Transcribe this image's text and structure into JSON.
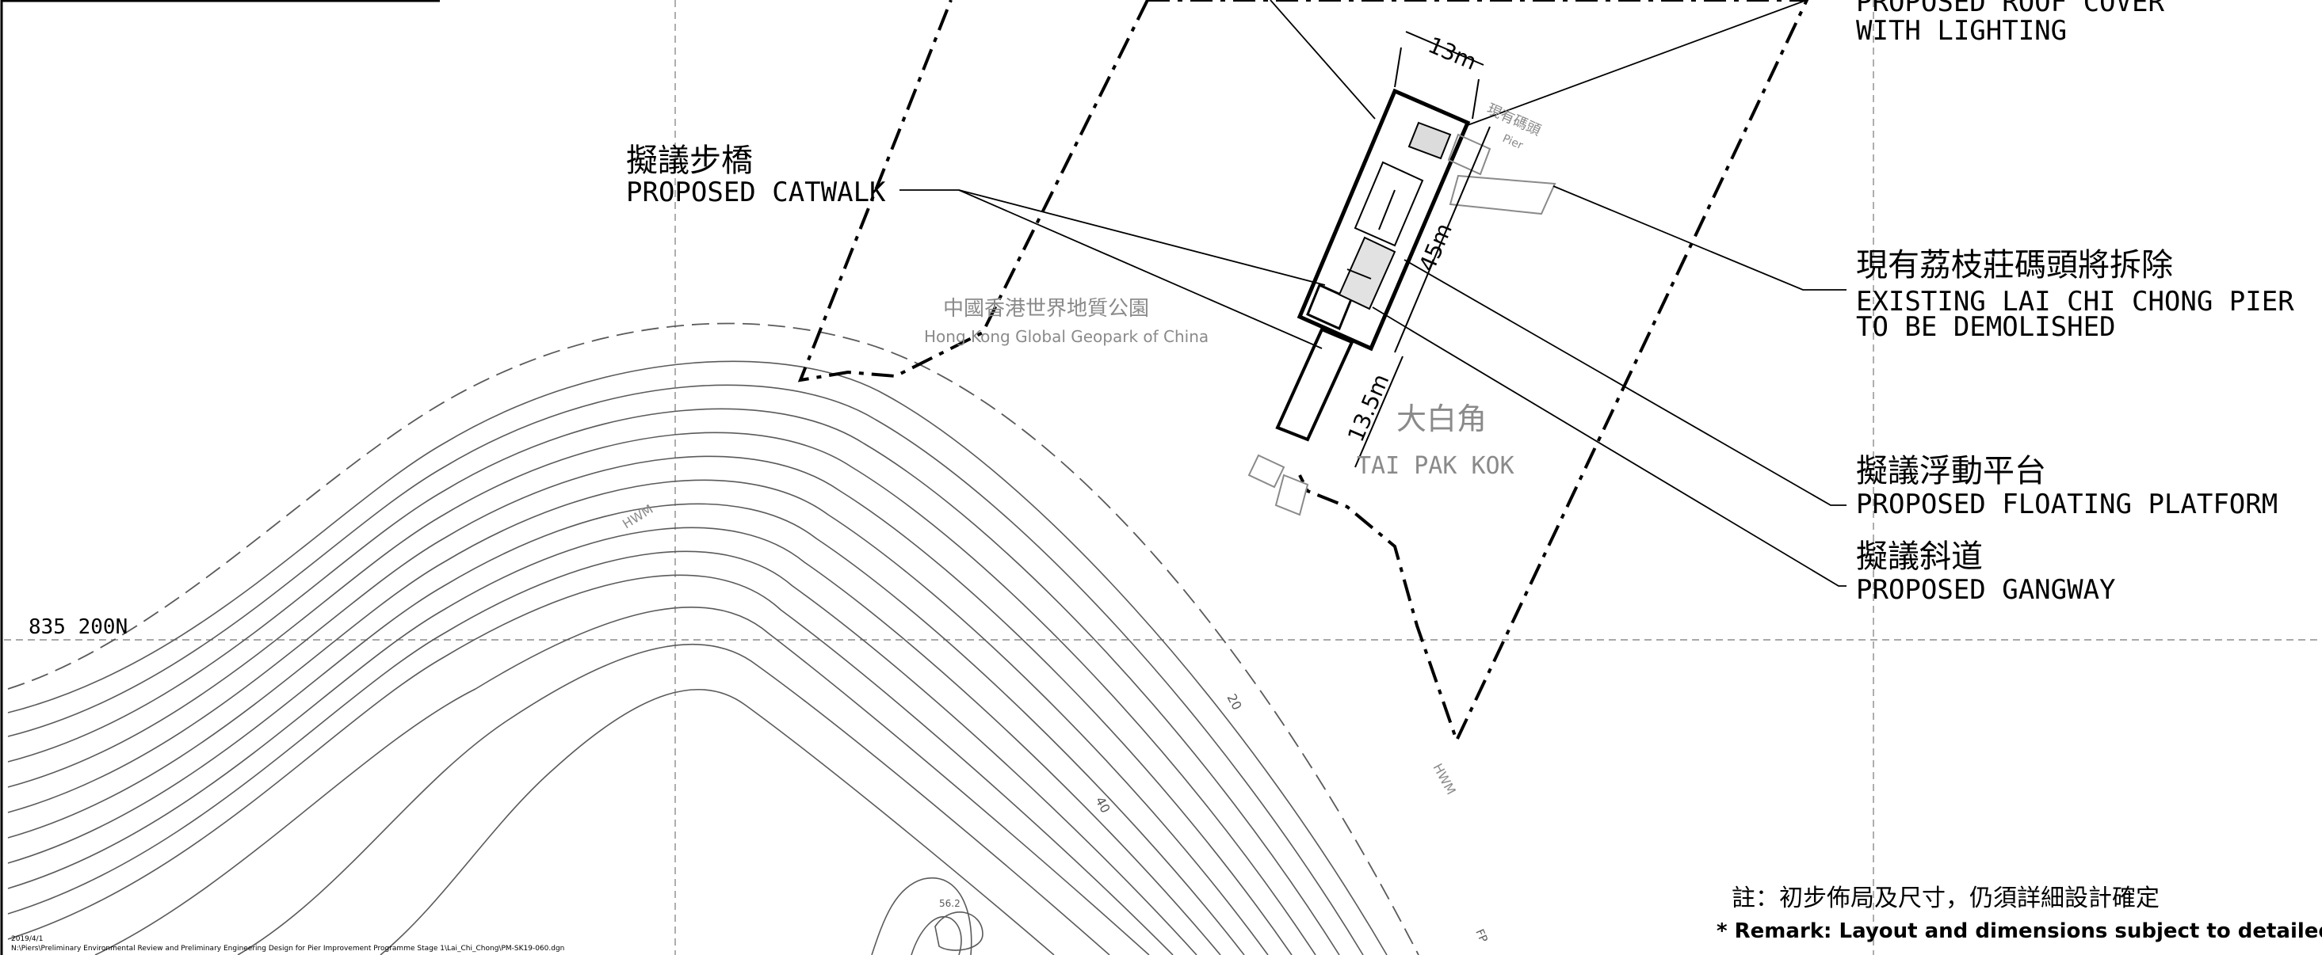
{
  "labels": {
    "roof_cover_en_line1": "PROPOSED ROOF COVER",
    "roof_cover_en_line2": "WITH LIGHTING",
    "catwalk_zh": "擬議步橋",
    "catwalk_en": "PROPOSED CATWALK",
    "existing_pier_zh": "現有荔枝莊碼頭將拆除",
    "existing_pier_en_line1": "EXISTING LAI CHI CHONG PIER",
    "existing_pier_en_line2": "TO BE DEMOLISHED",
    "floating_platform_zh": "擬議浮動平台",
    "floating_platform_en": "PROPOSED FLOATING PLATFORM",
    "gangway_zh": "擬議斜道",
    "gangway_en": "PROPOSED GANGWAY"
  },
  "map_text": {
    "geopark_zh": "中國香港世界地質公園",
    "geopark_en": "Hong Kong Global Geopark of China",
    "place_zh": "大白角",
    "place_en": "TAI PAK KOK",
    "grid_north": "835 200N",
    "existing_pier_tag": "現有碼頭",
    "pier_tag_en": "Pier",
    "hwm_left": "HWM",
    "hwm_right": "HWM",
    "contour_20": "20",
    "contour_40": "40",
    "spot_height": "56.2",
    "fp": "FP"
  },
  "dimensions": {
    "width": "13m",
    "length": "45m",
    "catwalk": "13.5m"
  },
  "remarks": {
    "zh": "註：初步佈局及尺寸，仍須詳細設計確定",
    "en": "* Remark:  Layout and dimensions subject to detailed design."
  },
  "file_info": {
    "date": "2019/4/1",
    "path": "N:\\Piers\\Preliminary Environmental Review and Preliminary Engineering Design for Pier Improvement Programme Stage 1\\Lai_Chi_Chong\\PM-SK19-060.dgn"
  },
  "colors": {
    "ink": "#000000",
    "contour": "#5a5a5a",
    "grey_text": "#8a8a8a",
    "grid": "#8c8c8c"
  }
}
